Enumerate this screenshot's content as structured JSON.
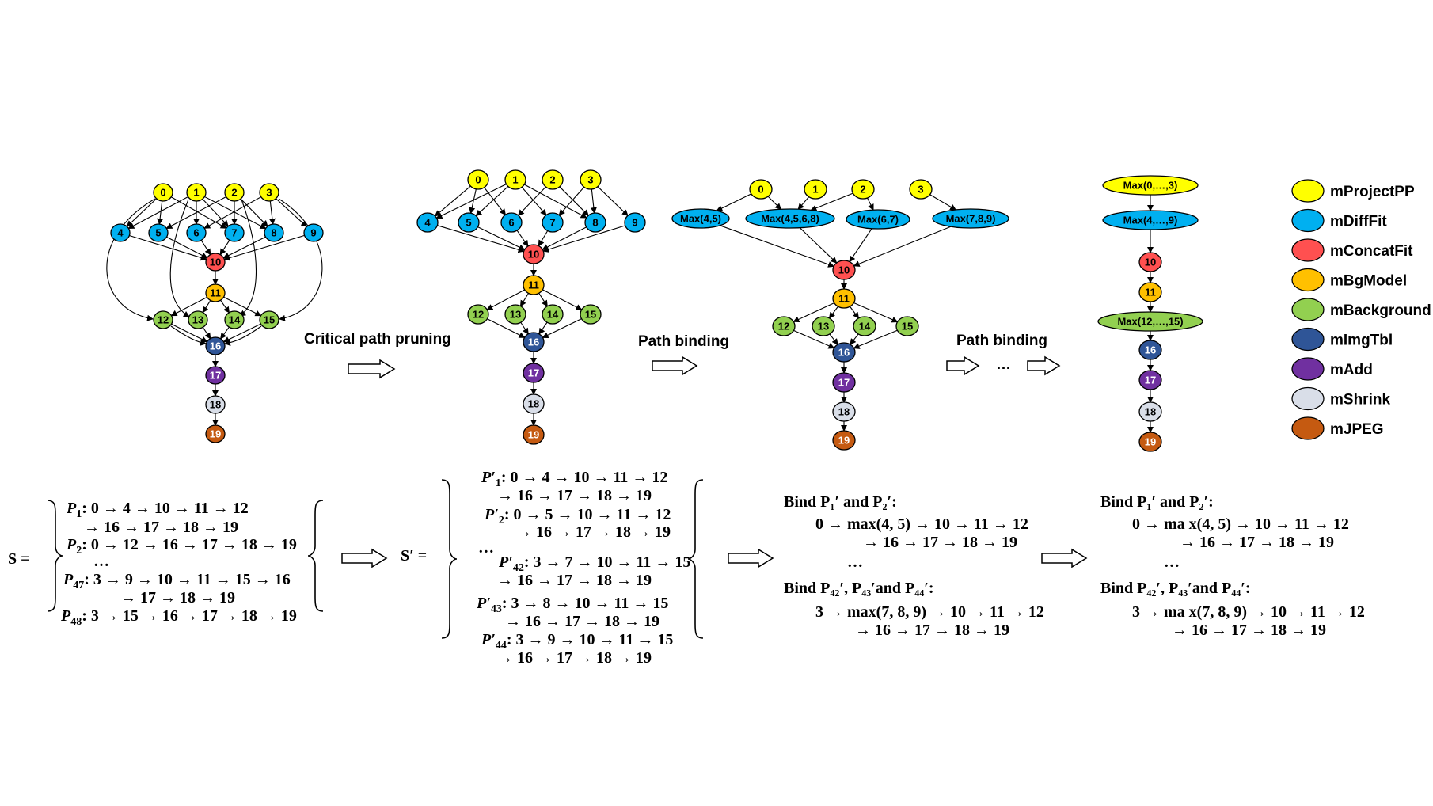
{
  "colors": {
    "mProjectPP": "#ffff00",
    "mDiffFit": "#00b0f0",
    "mConcatFit": "#ff5050",
    "mBgModel": "#ffc000",
    "mBackground": "#92d050",
    "mImgTbl": "#2f5597",
    "mAdd": "#7030a0",
    "mShrink": "#d9dee8",
    "mJPEG": "#c55a11"
  },
  "legend": [
    {
      "label": "mProjectPP",
      "color": "#ffff00"
    },
    {
      "label": "mDiffFit",
      "color": "#00b0f0"
    },
    {
      "label": "mConcatFit",
      "color": "#ff5050"
    },
    {
      "label": "mBgModel",
      "color": "#ffc000"
    },
    {
      "label": "mBackground",
      "color": "#92d050"
    },
    {
      "label": "mImgTbl",
      "color": "#2f5597"
    },
    {
      "label": "mAdd",
      "color": "#7030a0"
    },
    {
      "label": "mShrink",
      "color": "#d9dee8"
    },
    {
      "label": "mJPEG",
      "color": "#c55a11"
    }
  ],
  "transitions": {
    "critical_path_pruning": "Critical path pruning",
    "path_binding_1": "Path binding",
    "path_binding_2": "Path binding",
    "ellipsis": "…"
  },
  "graph1": {
    "nodes": [
      "0",
      "1",
      "2",
      "3",
      "4",
      "5",
      "6",
      "7",
      "8",
      "9",
      "10",
      "11",
      "12",
      "13",
      "14",
      "15",
      "16",
      "17",
      "18",
      "19"
    ]
  },
  "graph3": {
    "merged": [
      "Max(4,5)",
      "Max(4,5,6,8)",
      "Max(6,7)",
      "Max(7,8,9)"
    ]
  },
  "graph4": {
    "merged_top": "Max(0,…,3)",
    "merged_diff": "Max(4,…,9)",
    "merged_bg": "Max(12,…,15)"
  },
  "formulas": {
    "S": {
      "lhs": "S =",
      "lines": [
        {
          "label": "P",
          "sub": "1",
          "text": ":  0 → 4 → 10 → 11 → 12"
        },
        {
          "label": "",
          "sub": "",
          "text": "→ 16 → 17 → 18 → 19"
        },
        {
          "label": "P",
          "sub": "2",
          "text": ":  0 → 12 → 16 → 17 → 18 → 19"
        },
        {
          "label": "",
          "sub": "",
          "text": "…"
        },
        {
          "label": "P",
          "sub": "47",
          "text": ": 3 → 9 → 10 → 11 → 15 → 16"
        },
        {
          "label": "",
          "sub": "",
          "text": "→ 17 → 18 → 19"
        },
        {
          "label": "P",
          "sub": "48",
          "text": ": 3 → 15 → 16 → 17 → 18 → 19"
        }
      ]
    },
    "Sprime": {
      "lhs": "S′ =",
      "lines": [
        {
          "label": "P′",
          "sub": "1",
          "text": ":  0 → 4 → 10 → 11 → 12"
        },
        {
          "label": "",
          "sub": "",
          "text": "→ 16 → 17 → 18 → 19"
        },
        {
          "label": "P′",
          "sub": "2",
          "text": ":  0 → 5 → 10 → 11 → 12"
        },
        {
          "label": "",
          "sub": "",
          "text": "→ 16 → 17 → 18 → 19"
        },
        {
          "label": "",
          "sub": "",
          "text": "…"
        },
        {
          "label": "P′",
          "sub": "42",
          "text": ": 3 → 7 → 10 → 11 → 15"
        },
        {
          "label": "",
          "sub": "",
          "text": "→ 16 → 17 → 18 → 19"
        },
        {
          "label": "P′",
          "sub": "43",
          "text": ": 3 → 8 → 10 → 11 → 15"
        },
        {
          "label": "",
          "sub": "",
          "text": "→ 16 → 17 → 18 → 19"
        },
        {
          "label": "P′",
          "sub": "44",
          "text": ": 3 → 9 → 10 → 11 → 15"
        },
        {
          "label": "",
          "sub": "",
          "text": "→ 16 → 17 → 18 → 19"
        }
      ]
    },
    "bind1": {
      "h1": "Bind P₁′ and P₂′:",
      "l1": "0 → max(4, 5) → 10 → 11 → 12",
      "l2": "→ 16 → 17 → 18 → 19",
      "l3": "…",
      "h2": "Bind P₄₂′, P₄₃′and P₄₄′:",
      "l4": "3 → max(7, 8, 9) → 10 → 11 → 12",
      "l5": "→ 16 → 17 → 18 → 19"
    },
    "bind2": {
      "h1": "Bind P₁′ and P₂′:",
      "l1": "0 → ma x(4, 5) → 10 → 11 → 12",
      "l2": "→ 16 → 17 → 18 → 19",
      "l3": "…",
      "h2": "Bind P₄₂′, P₄₃′and P₄₄′:",
      "l4": "3 → ma x(7, 8, 9) → 10 → 11 → 12",
      "l5": "→ 16 → 17 → 18 → 19"
    }
  }
}
